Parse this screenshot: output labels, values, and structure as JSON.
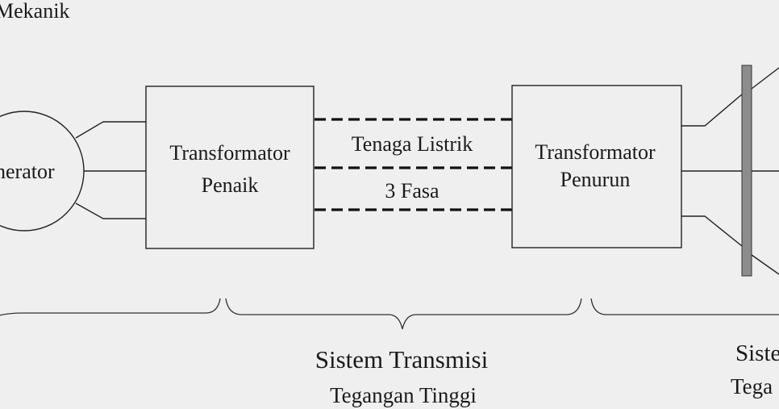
{
  "labels": {
    "top_left": "Mekanik",
    "generator": "nerator",
    "step_up_line1": "Transformator",
    "step_up_line2": "Penaik",
    "power_line1": "Tenaga Listrik",
    "power_line2": "3 Fasa",
    "step_down_line1": "Transformator",
    "step_down_line2": "Penurun",
    "transmission_line1": "Sistem Transmisi",
    "transmission_line2": "Tegangan Tinggi",
    "distribution_line1": "Siste",
    "distribution_line2": "Tega"
  },
  "colors": {
    "background": "#efefef",
    "stroke": "#222222",
    "busbar_fill": "#8c8c8c"
  }
}
